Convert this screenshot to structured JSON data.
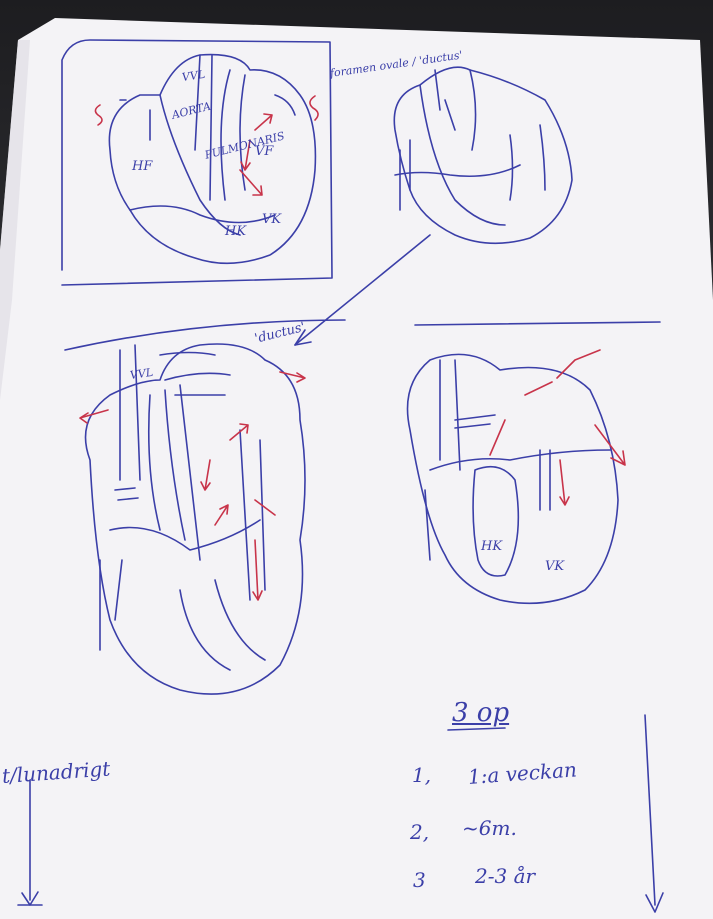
{
  "photo": {
    "paper_color": "#f4f3f6",
    "ink_blue": "#3b3fa8",
    "ink_red": "#c8344a",
    "background_color": "#2a2a2e"
  },
  "top_left_diagram": {
    "labels": {
      "vessel_top": "VVL",
      "aorta": "AORTA",
      "pulmonary": "PULMONARIS",
      "left_atrium": "HF",
      "right_atrium": "VF",
      "right_ventricle": "HK",
      "left_ventricle": "VK"
    }
  },
  "top_right_diagram": {
    "annotation": "foramen ovale / 'ductus'"
  },
  "middle_annotation": "'ductus'",
  "bottom_left_diagram": {
    "labels": {
      "vessel_top": "VVL"
    }
  },
  "bottom_right_diagram": {
    "labels": {
      "right_ventricle": "HK",
      "left_ventricle": "VK"
    }
  },
  "notes": {
    "left_margin": "t/lunadrigt",
    "heading": "3 op",
    "items": [
      {
        "number": "1,",
        "text": "1:a veckan"
      },
      {
        "number": "2,",
        "text": "~6m."
      },
      {
        "number": "3",
        "text": "2-3 år"
      }
    ]
  }
}
